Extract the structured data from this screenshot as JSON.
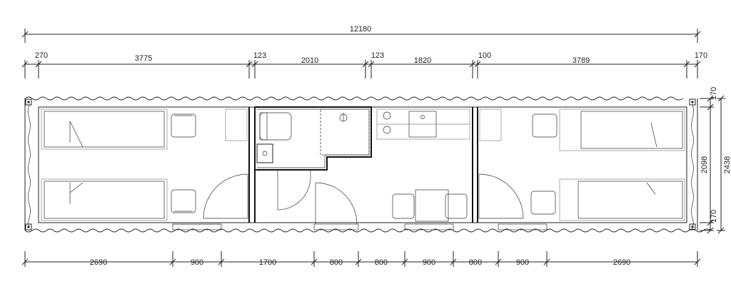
{
  "drawing": {
    "overall_length": "12180",
    "top_segments": [
      "270",
      "3775",
      "123",
      "2010",
      "123",
      "1820",
      "100",
      "3789",
      "170"
    ],
    "bottom_segments": [
      "2690",
      "900",
      "1700",
      "800",
      "800",
      "900",
      "800",
      "900",
      "2690"
    ],
    "right_dims": {
      "top": "170",
      "middle": "2098",
      "bottom": "170",
      "overall_width": "2438"
    }
  }
}
